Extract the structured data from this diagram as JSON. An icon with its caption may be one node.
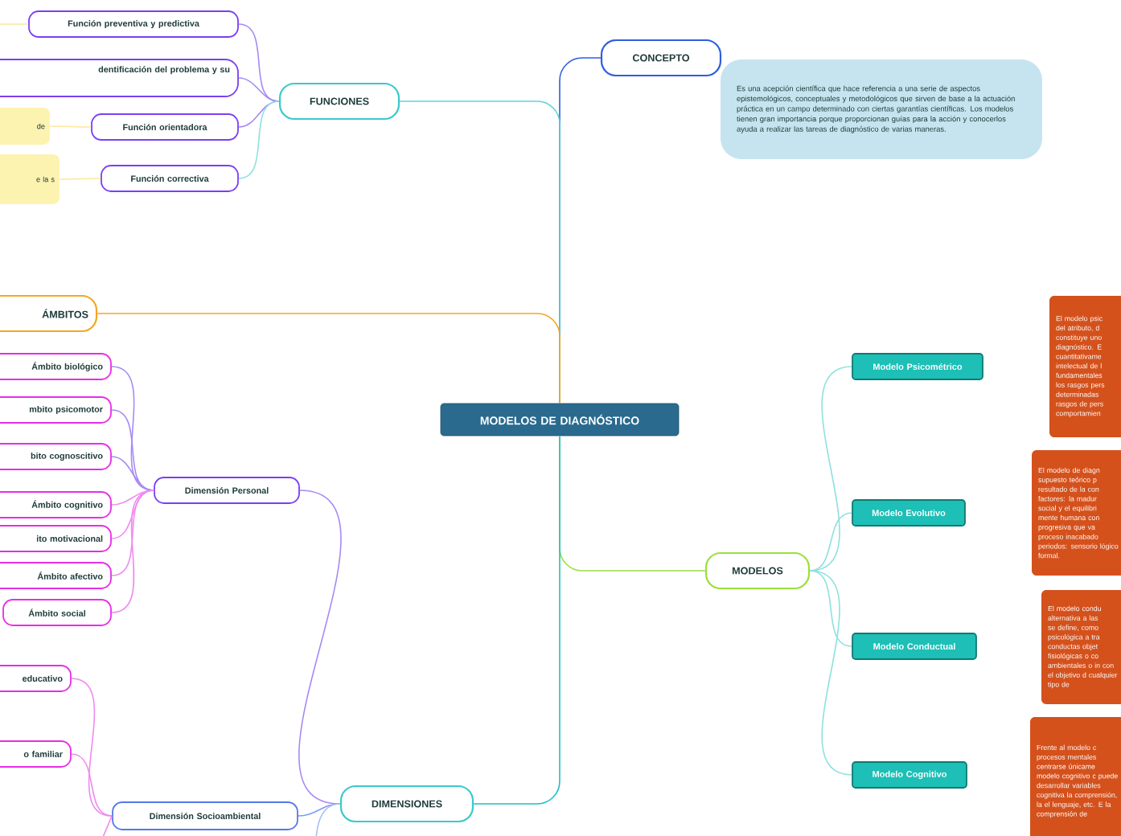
{
  "diagram": {
    "nodes": [
      {
        "text": [
          "MODELOS DE DIAGNÓSTICO"
        ]
      },
      {
        "text": [
          "CONCEPTO"
        ]
      },
      {
        "text": [
          "Es una acepción científica que hace referencia a una serie de aspectos epistemológicos, conceptuales y metodológicos que sirven de base a la actuación práctica en un campo determinado con ciertas garantías científicas. Los modelos tienen gran importancia porque proporcionan guías para la acción y conocerlos ayuda a realizar las tareas de diagnóstico de varias maneras."
        ]
      },
      {
        "text": [
          "FUNCIONES"
        ]
      },
      {
        "text": [
          "Función preventiva y predictiva"
        ]
      },
      {
        "text": [
          "dentificación del problema y su"
        ]
      },
      {
        "text": [
          "Función orientadora"
        ]
      },
      {
        "text": [
          "Función correctiva"
        ]
      },
      {
        "text": [
          "de"
        ]
      },
      {
        "text": [
          "e la s"
        ]
      },
      {
        "text": [
          "ÁMBITOS"
        ]
      },
      {
        "text": [
          "MODELOS"
        ]
      },
      {
        "text": [
          "Modelo Psicométrico"
        ]
      },
      {
        "text": [
          "Modelo Evolutivo"
        ]
      },
      {
        "text": [
          "Modelo Conductual"
        ]
      },
      {
        "text": [
          "Modelo Cognitivo"
        ]
      },
      {
        "text": [
          "El modelo psic del atributo, d constituye uno diagnóstico. E cuantitativame intelectual de l fundamentales los rasgos pers determinadas rasgos de pers comportamien"
        ]
      },
      {
        "text": [
          "El modelo de diagn supuesto teórico p resultado de la con factores: la madur social y el equilibri mente humana con progresiva que va proceso inacabado periodos: sensorio lógico formal."
        ]
      },
      {
        "text": [
          "El modelo condu alternativa a las se define, como psicológica a tra conductas objet fisiológicas o co ambientales o in con el objetivo d cualquier tipo de"
        ]
      },
      {
        "text": [
          "Frente al modelo c procesos mentales centrarse únicame modelo cognitivo c puede desarrollar variables cognitiva la comprensión, la el lenguaje, etc. E la comprensión de"
        ]
      },
      {
        "text": [
          "Dimensión Personal"
        ]
      },
      {
        "text": [
          "Ámbito biológico"
        ]
      },
      {
        "text": [
          "mbito psicomotor"
        ]
      },
      {
        "text": [
          "bito cognoscitivo"
        ]
      },
      {
        "text": [
          "Ámbito cognitivo"
        ]
      },
      {
        "text": [
          "ito motivacional"
        ]
      },
      {
        "text": [
          "Ámbito afectivo"
        ]
      },
      {
        "text": [
          "Ámbito social"
        ]
      },
      {
        "text": [
          "DIMENSIONES"
        ]
      },
      {
        "text": [
          "Dimensión Socioambiental"
        ]
      },
      {
        "text": [
          "educativo"
        ]
      },
      {
        "text": [
          "o familiar"
        ]
      }
    ],
    "edges": [
      {
        "from": 0,
        "to": 1,
        "arrow": "none",
        "color": "#2f5de0"
      },
      {
        "from": 0,
        "to": 3,
        "arrow": "none",
        "color": "#5fd3d6"
      },
      {
        "from": 0,
        "to": 10,
        "arrow": "none",
        "color": "#f5a623"
      },
      {
        "from": 0,
        "to": 11,
        "arrow": "none",
        "color": "#9be03c"
      },
      {
        "from": 0,
        "to": 28,
        "arrow": "none",
        "color": "#1ec0c4"
      },
      {
        "from": 3,
        "to": 4,
        "arrow": "none",
        "color": "#a78af5"
      },
      {
        "from": 3,
        "to": 5,
        "arrow": "none",
        "color": "#a78af5"
      },
      {
        "from": 3,
        "to": 6,
        "arrow": "none",
        "color": "#a78af5"
      },
      {
        "from": 3,
        "to": 7,
        "arrow": "none",
        "color": "#8fe0e0"
      },
      {
        "from": 4,
        "to": null,
        "arrow": "none",
        "color": "#fbe89a"
      },
      {
        "from": 6,
        "to": 8,
        "arrow": "none",
        "color": "#fbe89a"
      },
      {
        "from": 7,
        "to": 9,
        "arrow": "none",
        "color": "#fbe89a"
      },
      {
        "from": 11,
        "to": 12,
        "arrow": "none",
        "color": "#8fe0e0"
      },
      {
        "from": 11,
        "to": 13,
        "arrow": "none",
        "color": "#8fe0e0"
      },
      {
        "from": 11,
        "to": 14,
        "arrow": "none",
        "color": "#8fe0e0"
      },
      {
        "from": 11,
        "to": 15,
        "arrow": "none",
        "color": "#8fe0e0"
      },
      {
        "from": 28,
        "to": 20,
        "arrow": "none",
        "color": "#a78af5"
      },
      {
        "from": 28,
        "to": 29,
        "arrow": "none",
        "color": "#7d9af5"
      },
      {
        "from": 28,
        "to": null,
        "arrow": "none",
        "color": "#a9c0f5"
      },
      {
        "from": 20,
        "to": 21,
        "arrow": "none",
        "color": "#a78af5"
      },
      {
        "from": 20,
        "to": 22,
        "arrow": "none",
        "color": "#a78af5"
      },
      {
        "from": 20,
        "to": 23,
        "arrow": "none",
        "color": "#a78af5"
      },
      {
        "from": 20,
        "to": 24,
        "arrow": "none",
        "color": "#ef8af0"
      },
      {
        "from": 20,
        "to": 25,
        "arrow": "none",
        "color": "#ef8af0"
      },
      {
        "from": 20,
        "to": 26,
        "arrow": "none",
        "color": "#ef8af0"
      },
      {
        "from": 20,
        "to": 27,
        "arrow": "none",
        "color": "#ef8af0"
      },
      {
        "from": 29,
        "to": 30,
        "arrow": "none",
        "color": "#ef8af0"
      },
      {
        "from": 29,
        "to": 31,
        "arrow": "none",
        "color": "#ef8af0"
      },
      {
        "from": 29,
        "to": null,
        "arrow": "none",
        "color": "#ef8af0"
      }
    ]
  }
}
